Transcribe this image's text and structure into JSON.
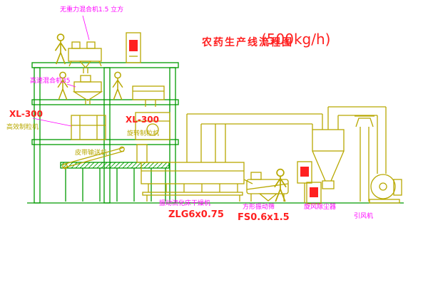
{
  "title": {
    "main": "农药生产线流程图",
    "capacity": "(500kg/h)"
  },
  "labels": {
    "gravity_mixer": "无重力混合机1.5 立方",
    "high_speed_mixer": "高速混合机35",
    "granulator_left_model": "XL-300",
    "granulator_left_name": "高效制粒机",
    "granulator_right_model": "XL-300",
    "granulator_right_name": "旋转制粒机",
    "belt_conveyor": "皮带输送机",
    "fluid_bed_dryer": "振动流化床干燥机",
    "fluid_bed_dryer_model": "ZLG6x0.75",
    "square_sieve": "方形振动筛",
    "square_sieve_model": "FS0.6x1.5",
    "cyclone": "旋风除尘器",
    "fan": "引风机"
  },
  "colors": {
    "structure": "#009a00",
    "equipment": "#b8a800",
    "label_magenta": "#ff00ff",
    "label_red": "#ff2020",
    "background": "#ffffff"
  }
}
